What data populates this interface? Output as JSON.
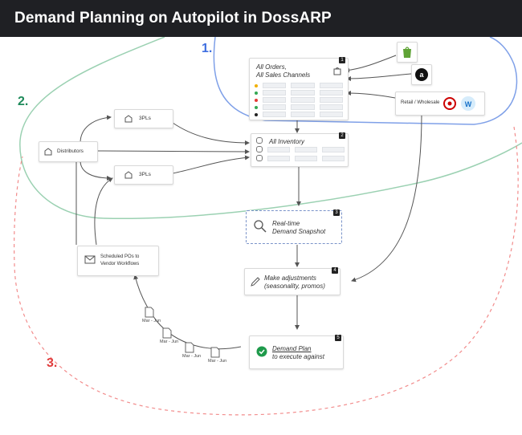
{
  "header": {
    "title": "Demand Planning on Autopilot in DossARP"
  },
  "steps": {
    "one": "1.",
    "two": "2.",
    "three": "3."
  },
  "colors": {
    "step_one": "#3f6fe0",
    "step_two": "#1e8a5a",
    "step_three": "#e03c3c",
    "header_bg": "#1f2024"
  },
  "nodes": {
    "orders": {
      "line1": "All Orders,",
      "line2": "All Sales Channels",
      "badge": "1"
    },
    "inventory": {
      "label": "All Inventory",
      "badge": "2"
    },
    "snapshot": {
      "line1": "Real-time",
      "line2": "Demand Snapshot",
      "badge": "3"
    },
    "adjust": {
      "line1": "Make adjustments",
      "line2": "(seasonality, promos)",
      "badge": "4"
    },
    "plan": {
      "line1": "Demand Plan",
      "line2": "to execute against",
      "badge": "5"
    },
    "retail": {
      "label": "Retail / Wholesale"
    },
    "distributors": {
      "label": "Distributors"
    },
    "tpl_top": {
      "label": "3PLs"
    },
    "tpl_bottom": {
      "label": "3PLs"
    },
    "scheduled": {
      "line1": "Scheduled POs to",
      "line2": "Vendor Workflows"
    }
  },
  "po_docs": [
    {
      "label": "Mar - Jun"
    },
    {
      "label": "Mar - Jun"
    },
    {
      "label": "Mar - Jun"
    },
    {
      "label": "Mar - Jun"
    }
  ],
  "icons": {
    "shopify": "shopify-icon",
    "amazon": "amazon-icon",
    "target": "target-icon",
    "walmart": "walmart-icon",
    "check": "check-icon",
    "mail": "mail-icon",
    "search": "search-icon",
    "pencil": "pencil-icon",
    "warehouse": "warehouse-icon"
  }
}
